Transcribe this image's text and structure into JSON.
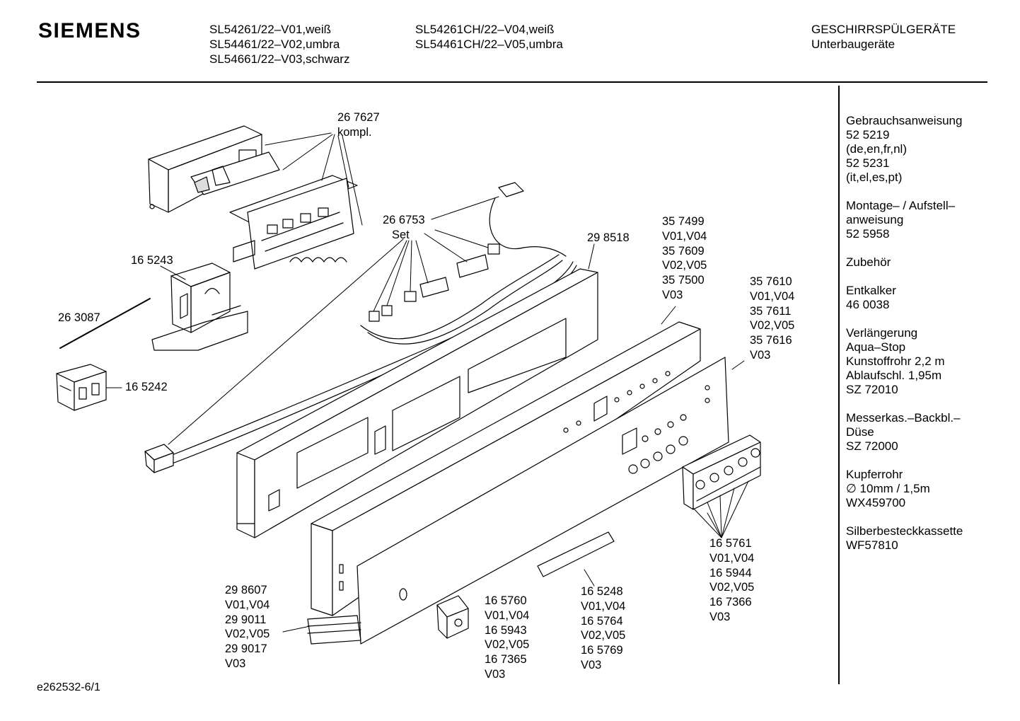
{
  "header": {
    "brand": "SIEMENS",
    "models_left": [
      "SL54261/22–V01,weiß",
      "SL54461/22–V02,umbra",
      "SL54661/22–V03,schwarz"
    ],
    "models_mid": [
      "SL54261CH/22–V04,weiß",
      "SL54461CH/22–V05,umbra"
    ],
    "category": [
      "GESCHIRRSPÜLGERÄTE",
      "Unterbaugeräte"
    ]
  },
  "sidebar": [
    [
      "Gebrauchsanweisung",
      "52 5219",
      "(de,en,fr,nl)",
      "52 5231",
      "(it,el,es,pt)"
    ],
    [
      "Montage– / Aufstell–",
      "anweisung",
      "52 5958"
    ],
    [
      "Zubehör"
    ],
    [
      "Entkalker",
      "46 0038"
    ],
    [
      "Verlängerung",
      "Aqua–Stop",
      "Kunstoffrohr 2,2 m",
      "Ablaufschl. 1,95m",
      "SZ 72010"
    ],
    [
      "Messerkas.–Backbl.–",
      "Düse",
      "SZ 72000"
    ],
    [
      "Kupferrohr",
      "∅ 10mm / 1,5m",
      "WX459700"
    ],
    [
      "Silberbesteckkassette",
      "WF57810"
    ]
  ],
  "labels": {
    "l267627": [
      "26 7627",
      "kompl."
    ],
    "l266753": [
      "26 6753",
      "Set"
    ],
    "l165243": [
      "16 5243"
    ],
    "l263087": [
      "26 3087"
    ],
    "l165242": [
      "16 5242"
    ],
    "l298518": [
      "29 8518"
    ],
    "l357499": [
      "35 7499",
      "V01,V04",
      "35 7609",
      "V02,V05",
      "35 7500",
      "V03"
    ],
    "l357610": [
      "35 7610",
      "V01,V04",
      "35 7611",
      "V02,V05",
      "35 7616",
      "V03"
    ],
    "l298607": [
      "29 8607",
      "V01,V04",
      "29 9011",
      "V02,V05",
      "29 9017",
      "V03"
    ],
    "l165760": [
      "16 5760",
      "V01,V04",
      "16 5943",
      "V02,V05",
      "16 7365",
      "V03"
    ],
    "l165248": [
      "16 5248",
      "V01,V04",
      "16 5764",
      "V02,V05",
      "16 5769",
      "V03"
    ],
    "l165761": [
      "16 5761",
      "V01,V04",
      "16 5944",
      "V02,V05",
      "16 7366",
      "V03"
    ]
  },
  "footer": "e262532-6/1"
}
